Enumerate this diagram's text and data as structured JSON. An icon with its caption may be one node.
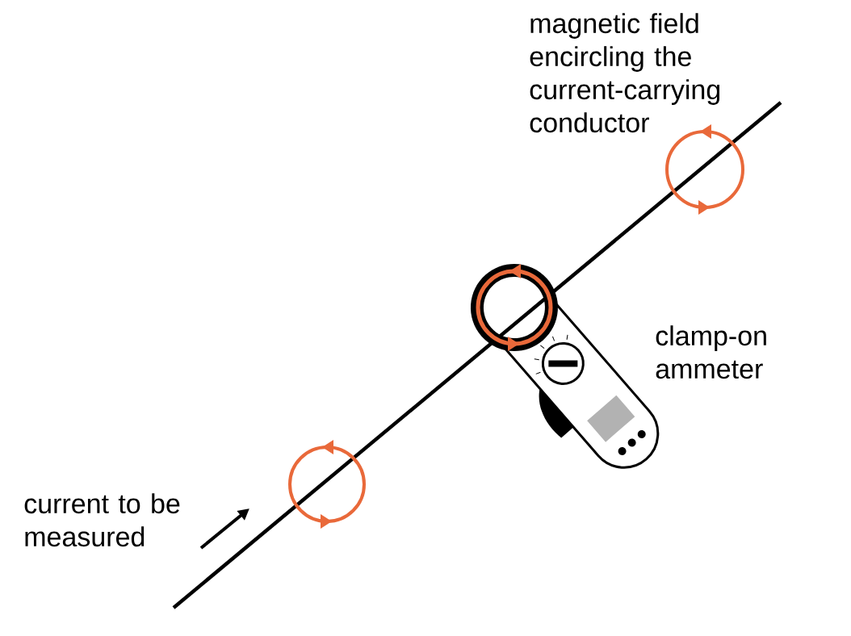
{
  "diagram": {
    "labels": [
      "magnetic field encircling the current-carrying conductor",
      "clamp-on ammeter",
      "current to be measured"
    ]
  }
}
